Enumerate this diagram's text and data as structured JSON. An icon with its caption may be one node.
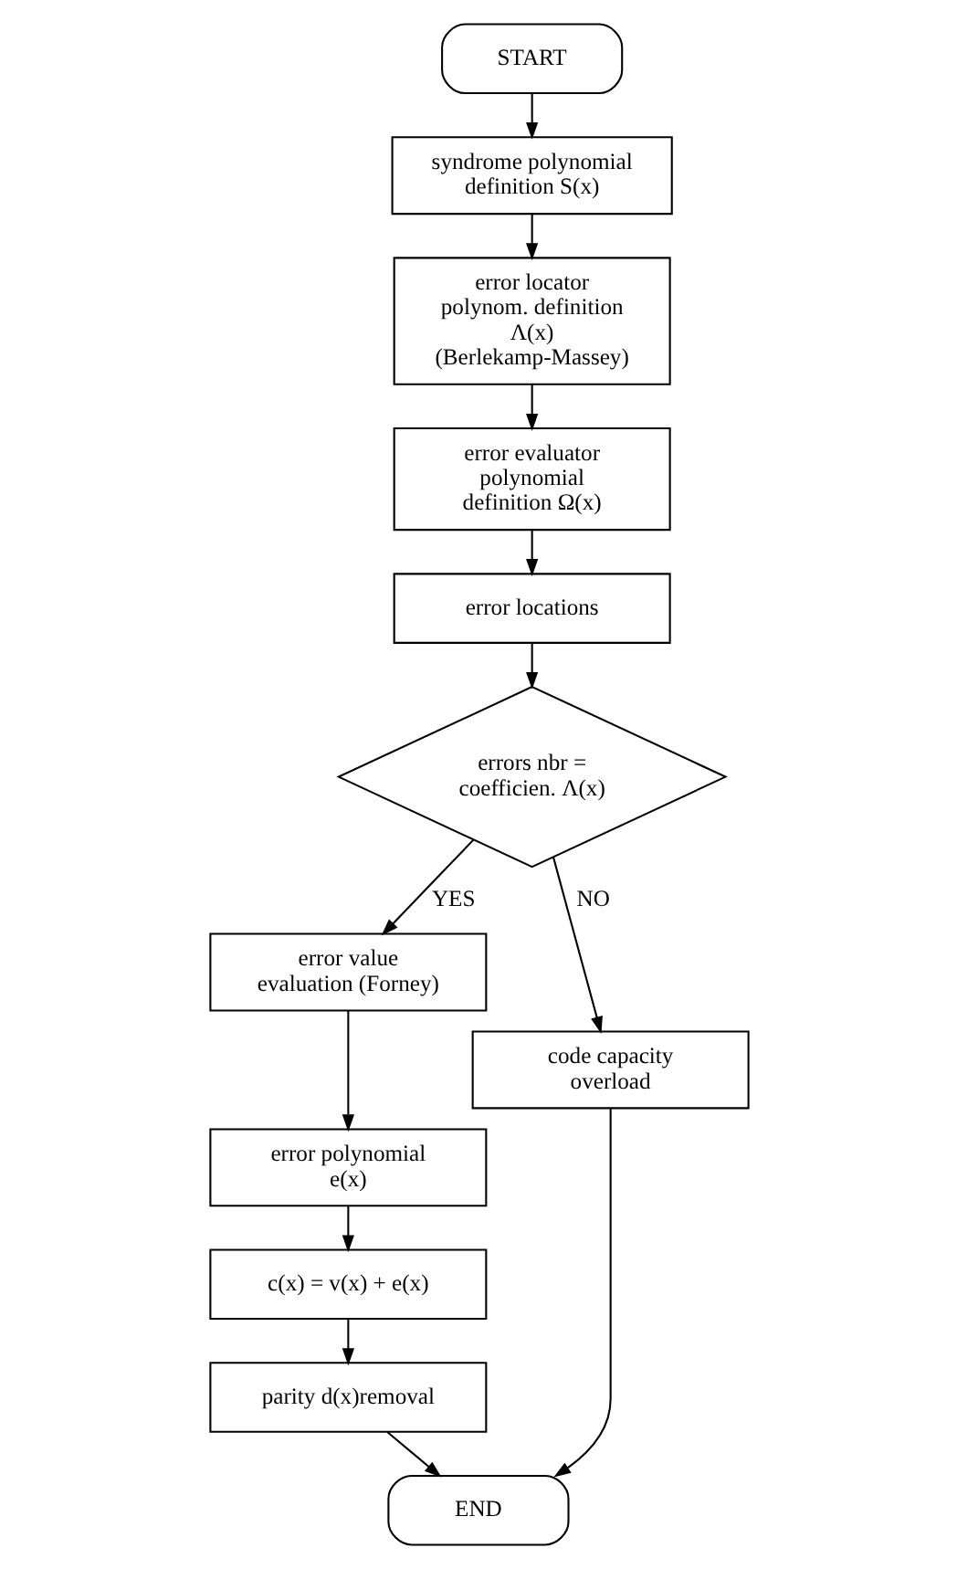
{
  "diagram": {
    "nodes": [
      {
        "text": [
          "START"
        ]
      },
      {
        "text": [
          "syndrome polynomial definition S(x)"
        ]
      },
      {
        "text": [
          "error locator polynom. definition Λ(x) (Berlekamp-Massey)"
        ]
      },
      {
        "text": [
          "error evaluator polynomial definition Ω(x)"
        ]
      },
      {
        "text": [
          "error locations"
        ]
      },
      {
        "text": [
          "errors nbr = coefficien. Λ(x)"
        ]
      },
      {
        "text": [
          "error value evaluation (Forney)"
        ]
      },
      {
        "text": [
          "code capacity overload"
        ]
      },
      {
        "text": [
          "error polynomial e(x)"
        ]
      },
      {
        "text": [
          "c(x) = v(x) + e(x)"
        ]
      },
      {
        "text": [
          "parity d(x)removal"
        ]
      },
      {
        "text": [
          "END"
        ]
      }
    ],
    "edges": [
      {
        "from": 0,
        "to": 1,
        "arrow": "to"
      },
      {
        "from": 1,
        "to": 2,
        "arrow": "to"
      },
      {
        "from": 2,
        "to": 3,
        "arrow": "to"
      },
      {
        "from": 3,
        "to": 4,
        "arrow": "to"
      },
      {
        "from": 4,
        "to": 5,
        "arrow": "to"
      },
      {
        "from": 5,
        "to": 6,
        "arrow": "to",
        "label": "YES"
      },
      {
        "from": 5,
        "to": 7,
        "arrow": "to",
        "label": "NO"
      },
      {
        "from": 6,
        "to": 8,
        "arrow": "to"
      },
      {
        "from": 8,
        "to": 9,
        "arrow": "to"
      },
      {
        "from": 9,
        "to": 10,
        "arrow": "to"
      },
      {
        "from": 10,
        "to": 11,
        "arrow": "to"
      },
      {
        "from": 7,
        "to": 11,
        "arrow": "to"
      }
    ]
  }
}
